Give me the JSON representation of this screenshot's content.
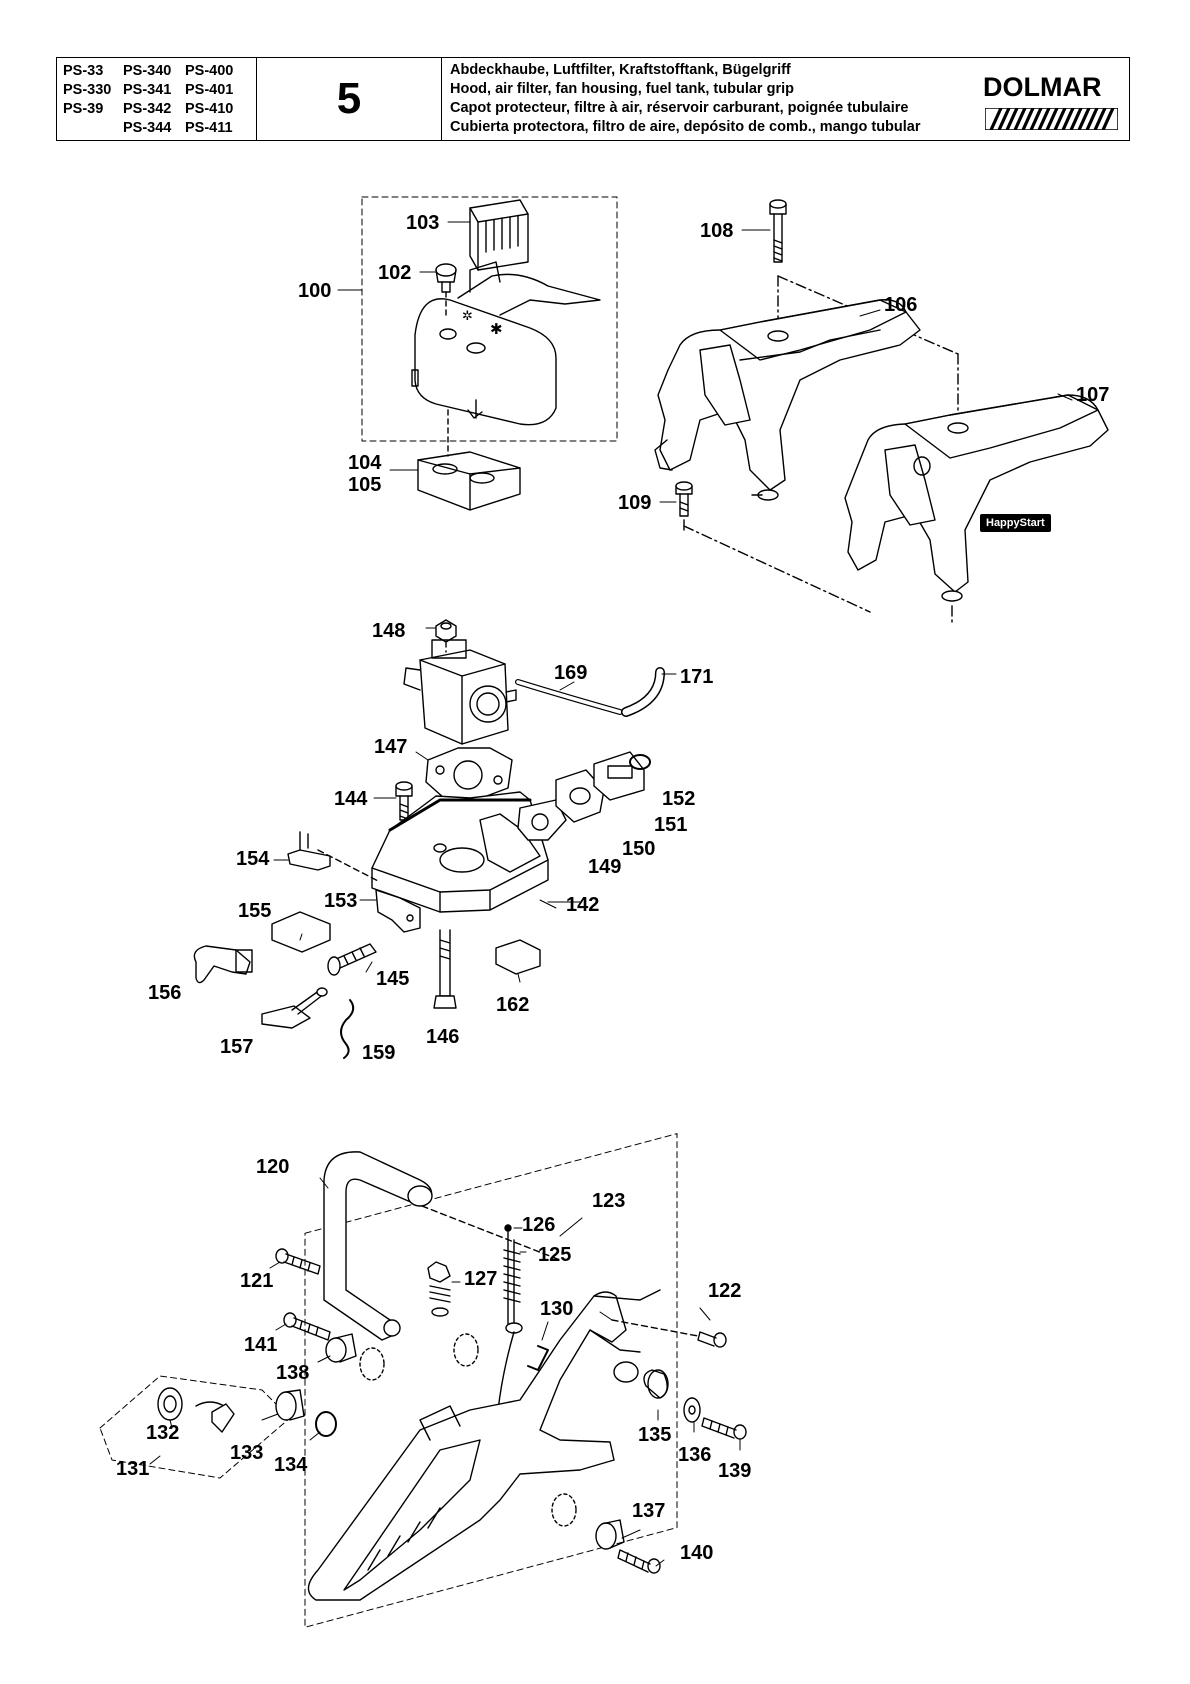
{
  "header": {
    "models": [
      [
        "PS-33",
        "PS-340",
        "PS-400"
      ],
      [
        "PS-330",
        "PS-341",
        "PS-401"
      ],
      [
        "PS-39",
        "PS-342",
        "PS-410"
      ],
      [
        "",
        "PS-344",
        "PS-411"
      ]
    ],
    "page_number": "5",
    "titles": [
      "Abdeckhaube, Luftfilter, Kraftstofftank, Bügelgriff",
      "Hood, air filter, fan housing, fuel tank, tubular grip",
      "Capot protecteur, filtre à air, réservoir carburant, poignée tubulaire",
      "Cubierta protectora, filtro de aire, depósito de comb., mango tubular"
    ],
    "brand": "DOLMAR"
  },
  "badge": "HappyStart",
  "callouts": {
    "c100": "100",
    "c102": "102",
    "c103": "103",
    "c104": "104",
    "c105": "105",
    "c106": "106",
    "c107": "107",
    "c108": "108",
    "c109": "109",
    "c142": "142",
    "c144": "144",
    "c145": "145",
    "c146": "146",
    "c147": "147",
    "c148": "148",
    "c149": "149",
    "c150": "150",
    "c151": "151",
    "c152": "152",
    "c153": "153",
    "c154": "154",
    "c155": "155",
    "c156": "156",
    "c157": "157",
    "c159": "159",
    "c162": "162",
    "c169": "169",
    "c171": "171",
    "c120": "120",
    "c121": "121",
    "c122": "122",
    "c123": "123",
    "c125": "125",
    "c126": "126",
    "c127": "127",
    "c130": "130",
    "c131": "131",
    "c132": "132",
    "c133": "133",
    "c134": "134",
    "c135": "135",
    "c136": "136",
    "c137": "137",
    "c138": "138",
    "c139": "139",
    "c140": "140",
    "c141": "141"
  }
}
